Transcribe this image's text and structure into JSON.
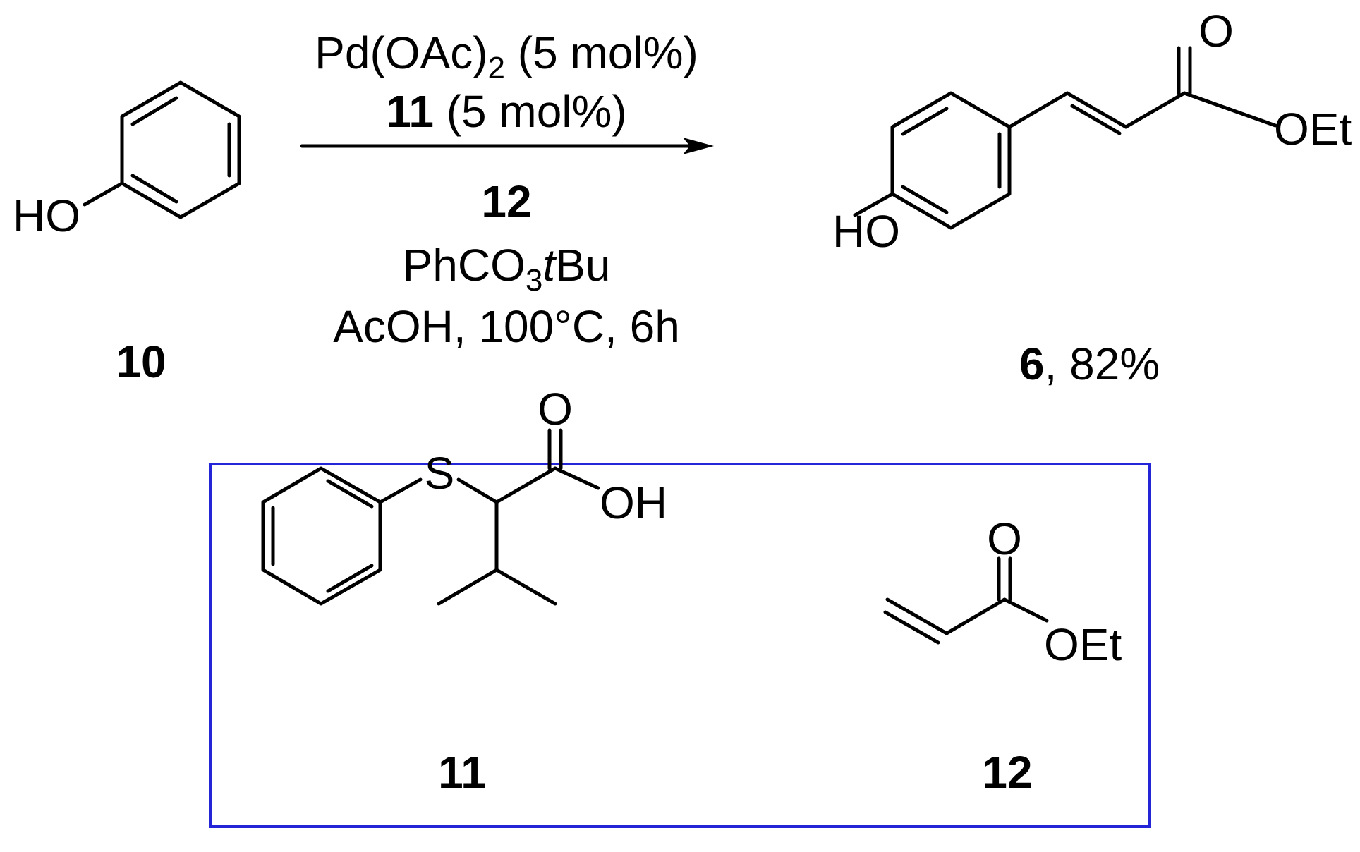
{
  "reaction": {
    "reagents": {
      "line1": {
        "main": "Pd(OAc)",
        "sub": "2",
        "tail": " (5 mol%)"
      },
      "line2": {
        "bold": "11",
        "rest": " (5 mol%)"
      },
      "line3": {
        "bold": "12"
      },
      "line4": {
        "a": "PhCO",
        "sub": "3",
        "italic": "t",
        "b": "Bu"
      },
      "line5": "AcOH, 100°C, 6h"
    },
    "starting_material": {
      "oh_label": "HO",
      "compound_label": "10"
    },
    "product": {
      "oh_label": "HO",
      "carbonyl_o": "O",
      "oet_label": "OEt",
      "compound_number": "6",
      "yield": ", 82%"
    }
  },
  "box": {
    "border_color": "#2424d8",
    "ligand": {
      "s_label": "S",
      "carbonyl_o": "O",
      "oh_label": "OH",
      "compound_label": "11"
    },
    "acrylate": {
      "carbonyl_o": "O",
      "oet_label": "OEt",
      "compound_label": "12"
    }
  }
}
